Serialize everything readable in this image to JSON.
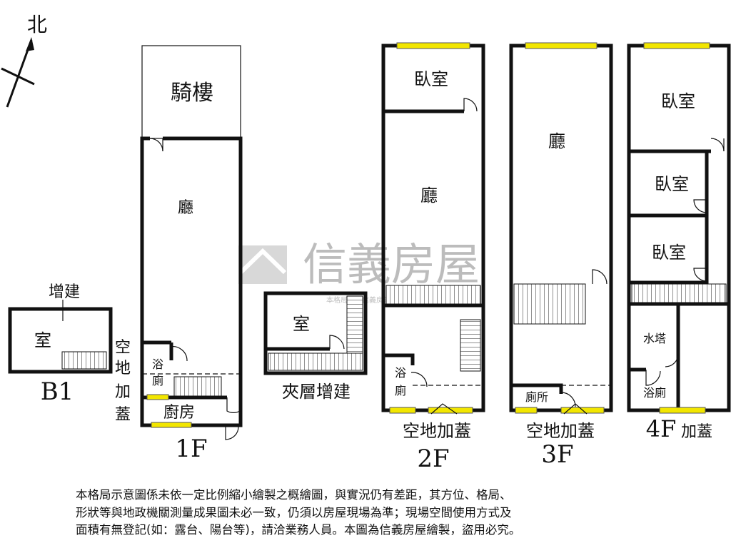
{
  "compass": {
    "label": "北"
  },
  "floors": {
    "b1": {
      "caption": "B1",
      "room": "室",
      "addon": "增建"
    },
    "f1": {
      "caption": "1F",
      "arcade": "騎樓",
      "hall": "廳",
      "bath_a": "浴",
      "bath_b": "廁",
      "kitchen": "廚房",
      "side_1": "空",
      "side_2": "地",
      "side_3": "加",
      "side_4": "蓋"
    },
    "mezz": {
      "caption": "夾層增建",
      "room": "室"
    },
    "f2": {
      "caption": "2F",
      "subcaption": "空地加蓋",
      "bedroom": "臥室",
      "hall": "廳",
      "bath_a": "浴",
      "bath_b": "廁"
    },
    "f3": {
      "caption": "3F",
      "subcaption": "空地加蓋",
      "hall": "廳",
      "toilet": "廁所"
    },
    "f4": {
      "caption": "4F",
      "suffix": "加蓋",
      "bedroom_1": "臥室",
      "bedroom_2": "臥室",
      "bedroom_3": "臥室",
      "water_tank": "水塔",
      "bath": "浴廁"
    }
  },
  "watermark": {
    "brand": "信義房屋",
    "small": "本格局圖為信義房屋繪製"
  },
  "disclaimer": {
    "line1": "本格局示意圖係未依一定比例縮小繪製之概繪圖，與實況仍有差距，其方位、格局、",
    "line2": "形狀等與地政機關測量成果圖未必一致，仍須以房屋現場為準；現場空間使用方式及",
    "line3": "面積有無登記(如：露台、陽台等)，請洽業務人員。本圖為信義房屋繪製，盜用必究。"
  }
}
